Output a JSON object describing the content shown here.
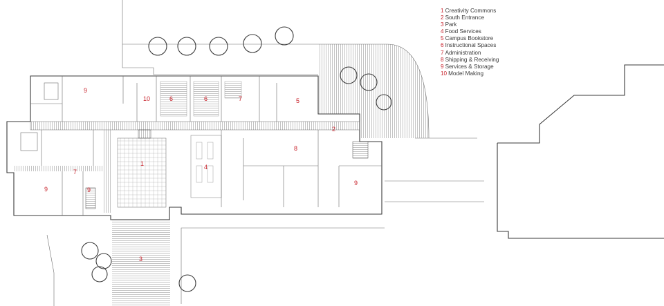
{
  "legend": {
    "items": [
      {
        "num": "1",
        "label": "Creativity Commons"
      },
      {
        "num": "2",
        "label": "South Entrance"
      },
      {
        "num": "3",
        "label": "Park"
      },
      {
        "num": "4",
        "label": "Food Services"
      },
      {
        "num": "5",
        "label": "Campus Bookstore"
      },
      {
        "num": "6",
        "label": "Instructional Spaces"
      },
      {
        "num": "7",
        "label": "Administration"
      },
      {
        "num": "8",
        "label": "Shipping & Receiving"
      },
      {
        "num": "9",
        "label": "Services & Storage"
      },
      {
        "num": "10",
        "label": "Model Making"
      }
    ]
  },
  "plan": {
    "room_labels": [
      "1",
      "2",
      "3",
      "4",
      "5",
      "6",
      "6",
      "7",
      "7",
      "8",
      "9",
      "9",
      "9",
      "9",
      "10"
    ]
  },
  "colors": {
    "label_red": "#c8232c",
    "line_dark": "#3a3a3a",
    "line_light": "#9a9a9a"
  }
}
